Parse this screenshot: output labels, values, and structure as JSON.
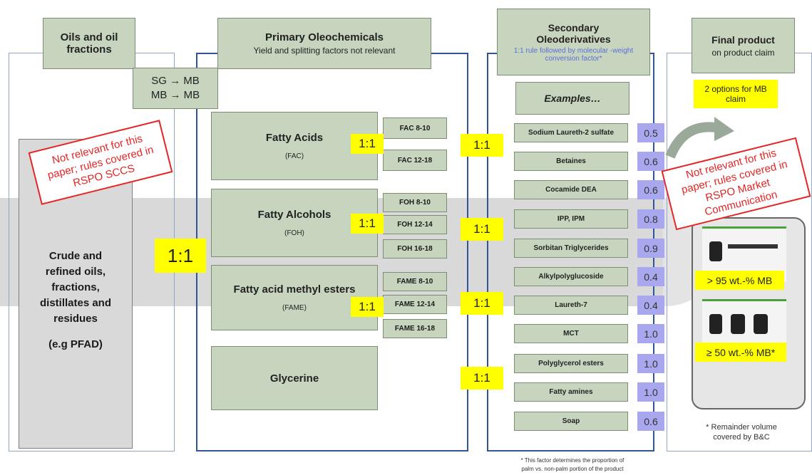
{
  "columns": {
    "oils": {
      "title": "Oils and oil fractions"
    },
    "primary": {
      "title": "Primary Oleochemicals",
      "subtitle": "Yield and splitting factors not relevant"
    },
    "secondary": {
      "title": "Secondary Oleoderivatives",
      "subtitle": "1:1 rule followed by molecular -weight conversion factor*"
    },
    "final": {
      "title": "Final product",
      "subtitle": "on product claim"
    }
  },
  "transition": {
    "line1": "SG → MB",
    "line2": "MB → MB"
  },
  "crude": {
    "line1": "Crude and",
    "line2": "refined oils,",
    "line3": "fractions,",
    "line4": "distillates and",
    "line5": "residues",
    "example": "(e.g PFAD)"
  },
  "stamps": {
    "left": {
      "line1": "Not relevant for this",
      "line2": "paper; rules covered in",
      "line3": "RSPO SCCS"
    },
    "right": {
      "line1": "Not relevant for this",
      "line2": "paper; rules covered in",
      "line3": "RSPO Market",
      "line4": "Communication"
    }
  },
  "ratios": {
    "main": "1:1",
    "fac": "1:1",
    "foh": "1:1",
    "fame": "1:1",
    "sec_fac": "1:1",
    "sec_foh": "1:1",
    "sec_fame": "1:1",
    "sec_glycerine": "1:1"
  },
  "primary_groups": [
    {
      "name": "Fatty Acids",
      "abbr": "(FAC)",
      "subs": [
        "FAC 8-10",
        "FAC 12-18"
      ]
    },
    {
      "name": "Fatty Alcohols",
      "abbr": "(FOH)",
      "subs": [
        "FOH 8-10",
        "FOH 12-14",
        "FOH 16-18"
      ]
    },
    {
      "name": "Fatty acid methyl esters",
      "abbr": "(FAME)",
      "subs": [
        "FAME 8-10",
        "FAME 12-14",
        "FAME 16-18"
      ]
    },
    {
      "name": "Glycerine",
      "abbr": "",
      "subs": []
    }
  ],
  "examples_label": "Examples…",
  "secondary_products": [
    {
      "name": "Sodium Laureth-2 sulfate",
      "factor": "0.5"
    },
    {
      "name": "Betaines",
      "factor": "0.6"
    },
    {
      "name": "Cocamide DEA",
      "factor": "0.6"
    },
    {
      "name": "IPP, IPM",
      "factor": "0.8"
    },
    {
      "name": "Sorbitan Triglycerides",
      "factor": "0.9"
    },
    {
      "name": "Alkylpolyglucoside",
      "factor": "0.4"
    },
    {
      "name": "Laureth-7",
      "factor": "0.4"
    },
    {
      "name": "MCT",
      "factor": "1.0"
    },
    {
      "name": "Polyglycerol esters",
      "factor": "1.0"
    },
    {
      "name": "Fatty amines",
      "factor": "1.0"
    },
    {
      "name": "Soap",
      "factor": "0.6"
    }
  ],
  "final_product": {
    "options_label": "2 options for MB claim",
    "claim1": "> 95 wt.-% MB",
    "claim2": "≥ 50 wt.-% MB*",
    "remainder": "* Remainder volume covered by B&C"
  },
  "footnote": {
    "line1": "* This factor determines the proportion of",
    "line2": "palm vs. non-palm portion of the product"
  },
  "colors": {
    "header_green": "#c7d5bf",
    "panel_blue": "#2f5597",
    "highlight_yellow": "#ffff00",
    "factor_purple": "#a9a8ee",
    "stamp_red": "#e32626",
    "band_grey": "#d9d9d9"
  }
}
